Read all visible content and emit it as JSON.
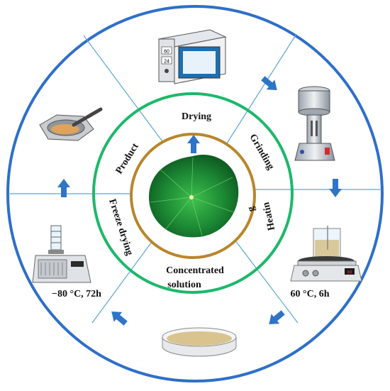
{
  "stages": {
    "drying": "Drying",
    "grinding": "Grinding",
    "heating_part1": "Heatin",
    "heating_part2": "g",
    "concentrated_line1": "Concentrated",
    "concentrated_line2": "solution",
    "freeze_drying": "Freeze drying",
    "product": "Product"
  },
  "conditions": {
    "heating": "60 °C, 6h",
    "freeze": "−80 °C, 72h"
  },
  "oven_display": {
    "temp": "60",
    "time": "24"
  },
  "colors": {
    "outer_ring": "#2f6fc9",
    "green_ring": "#1db86a",
    "brown_ring": "#b8862b",
    "arrow": "#2e75c6",
    "leaf": "#1f8a3a",
    "divider": "#5aa6d8"
  }
}
